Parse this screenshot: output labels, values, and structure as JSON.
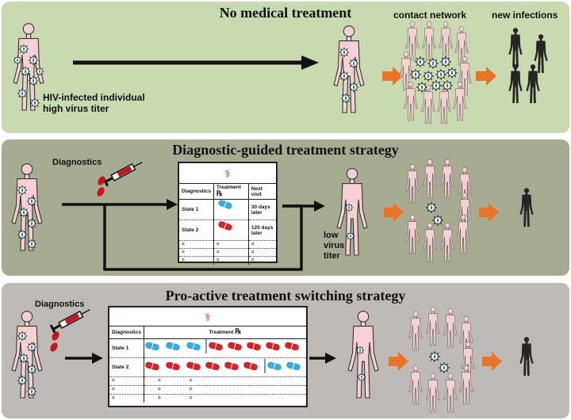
{
  "panels": {
    "no_treatment": {
      "title": "No medical treatment",
      "contact_network": "contact network",
      "new_infections": "new infections",
      "individual_label_line1": "HIV-infected individual",
      "individual_label_line2": "high virus titer"
    },
    "diagnostic_guided": {
      "title": "Diagnostic-guided treatment strategy",
      "diagnostics": "Diagnostics",
      "low_virus_line1": "low",
      "low_virus_line2": "virus",
      "low_virus_line3": "titer",
      "table": {
        "rx_symbol": "℞",
        "headers": [
          "Diagnostics",
          "Treatment",
          "Next visit"
        ],
        "rows": [
          {
            "state": "State 1",
            "next": "30 days later"
          },
          {
            "state": "State 2",
            "next": "120 days later"
          },
          {
            "state": "=",
            "next": "="
          },
          {
            "state": "=",
            "next": "="
          },
          {
            "state": "=",
            "next": "="
          }
        ],
        "filler": "="
      }
    },
    "proactive_switching": {
      "title": "Pro-active treatment switching strategy",
      "diagnostics": "Diagnostics",
      "table": {
        "rx_symbol": "℞",
        "headers": [
          "Diagnostics",
          "Treatment"
        ],
        "rows": [
          "State 1",
          "State 2",
          "=",
          "=",
          "="
        ],
        "filler": "="
      }
    }
  },
  "colors": {
    "panel1_bg": "#c9dab0",
    "panel2_bg": "#a7ab92",
    "panel3_bg": "#bdbab8",
    "arrow_orange": "#e8742a",
    "pill_blue": "#3aa9dc",
    "pill_red": "#d3232b",
    "body_pink": "#f6d1d4"
  }
}
